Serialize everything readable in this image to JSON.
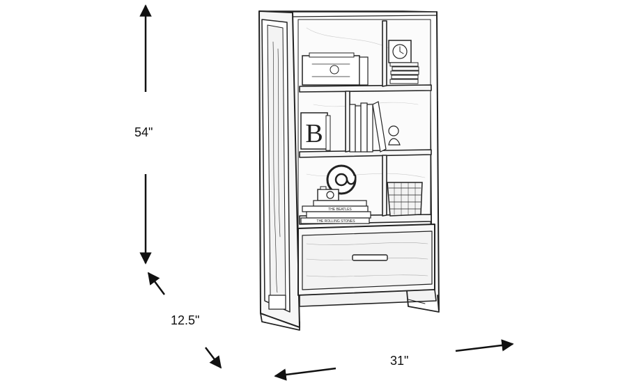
{
  "dimensions": {
    "height": "54\"",
    "depth": "12.5\"",
    "width": "31\""
  },
  "book_spine_1": "THE BEATLES",
  "book_spine_2": "THE ROLLING STONES",
  "shelf_letter": "B"
}
